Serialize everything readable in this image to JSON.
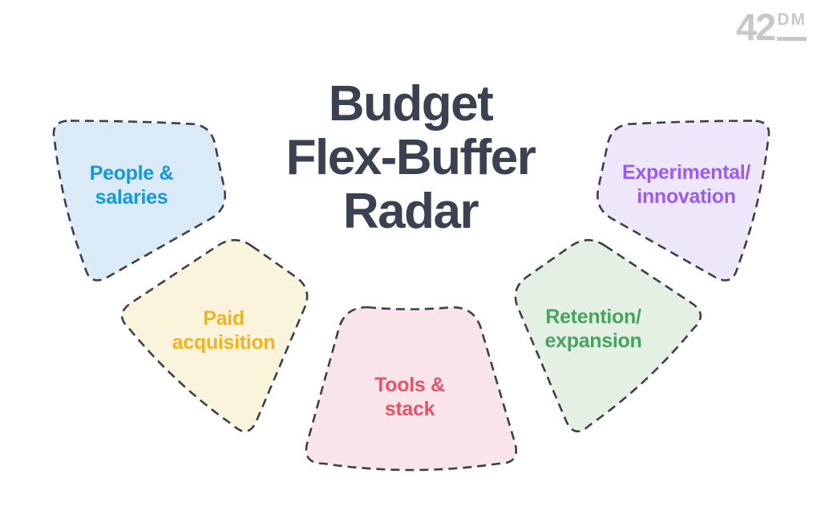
{
  "logo": {
    "number": "42",
    "letters": "DM"
  },
  "title": "Budget\nFlex-Buffer\nRadar",
  "colors": {
    "background": "#ffffff",
    "title": "#3a4150",
    "dash_border": "#3b4049",
    "logo": "#c7c7cc"
  },
  "segments": [
    {
      "id": "people-salaries",
      "label": "People &\nsalaries",
      "fill": "#daeaf6",
      "text_color": "#1598d8"
    },
    {
      "id": "paid-acquisition",
      "label": "Paid\nacquisition",
      "fill": "#fbf4dc",
      "text_color": "#f0b41e"
    },
    {
      "id": "tools-stack",
      "label": "Tools &\nstack",
      "fill": "#f8e4e9",
      "text_color": "#e5556a"
    },
    {
      "id": "retention-expansion",
      "label": "Retention/\nexpansion",
      "fill": "#e4f0e4",
      "text_color": "#46a45e"
    },
    {
      "id": "experimental-innovation",
      "label": "Experimental/\ninnovation",
      "fill": "#eee6f9",
      "text_color": "#9a5cee"
    }
  ]
}
